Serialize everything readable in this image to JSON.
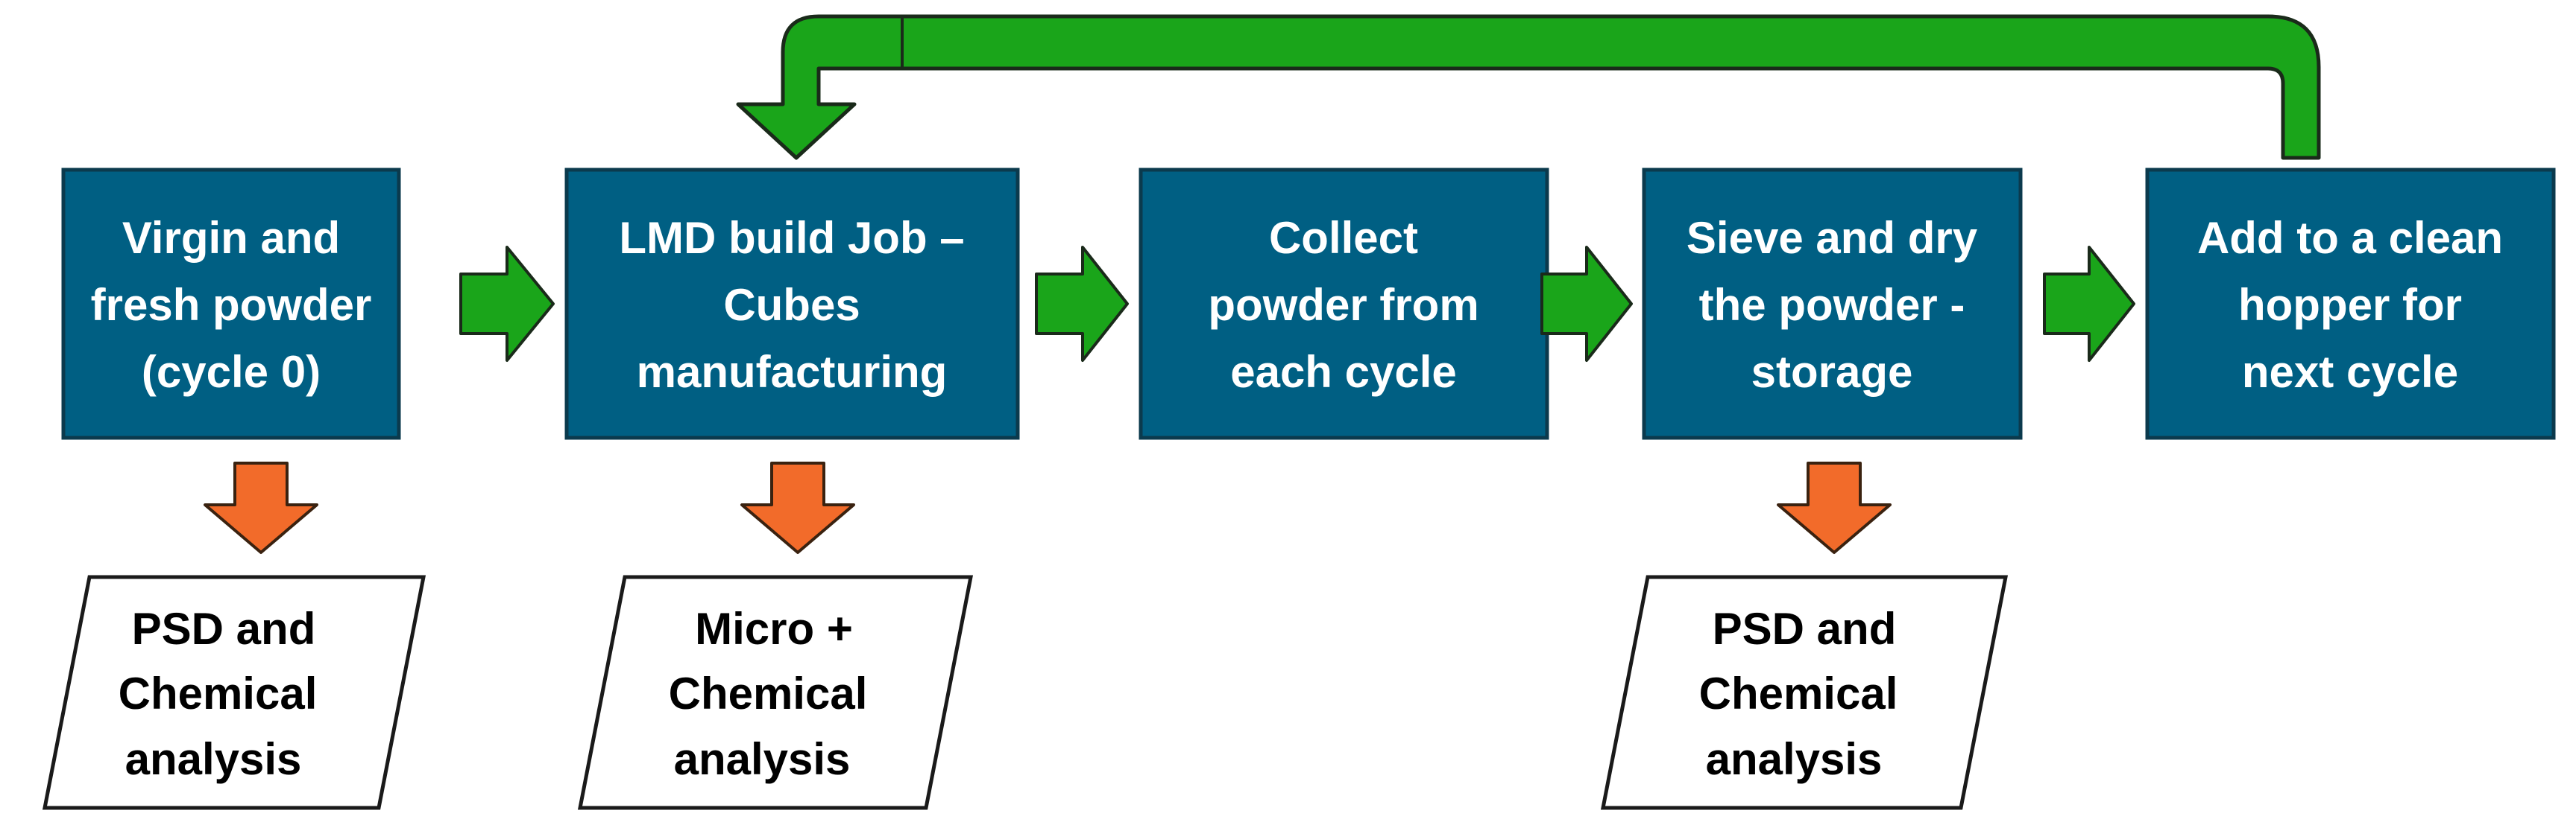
{
  "colors": {
    "box_fill": "#005f83",
    "box_text": "#ffffff",
    "flow_arrow": "#1aa51a",
    "output_arrow": "#f26b2a",
    "output_box_fill": "#ffffff"
  },
  "process_steps": [
    {
      "lines": [
        "Virgin and",
        "fresh powder",
        "(cycle 0)"
      ]
    },
    {
      "lines": [
        "LMD build Job –",
        "Cubes",
        "manufacturing"
      ]
    },
    {
      "lines": [
        "Collect",
        "powder from",
        "each cycle"
      ]
    },
    {
      "lines": [
        "Sieve and dry",
        "the powder -",
        "storage"
      ]
    },
    {
      "lines": [
        "Add to a clean",
        "hopper for",
        "next cycle"
      ]
    }
  ],
  "outputs": [
    {
      "from_step": 1,
      "lines": [
        "PSD and",
        "Chemical",
        "analysis"
      ]
    },
    {
      "from_step": 2,
      "lines": [
        "Micro +",
        "Chemical",
        "analysis"
      ]
    },
    {
      "from_step": 4,
      "lines": [
        "PSD and",
        "Chemical",
        "analysis"
      ]
    }
  ],
  "loop": {
    "from_step": 5,
    "to_step": 2
  }
}
